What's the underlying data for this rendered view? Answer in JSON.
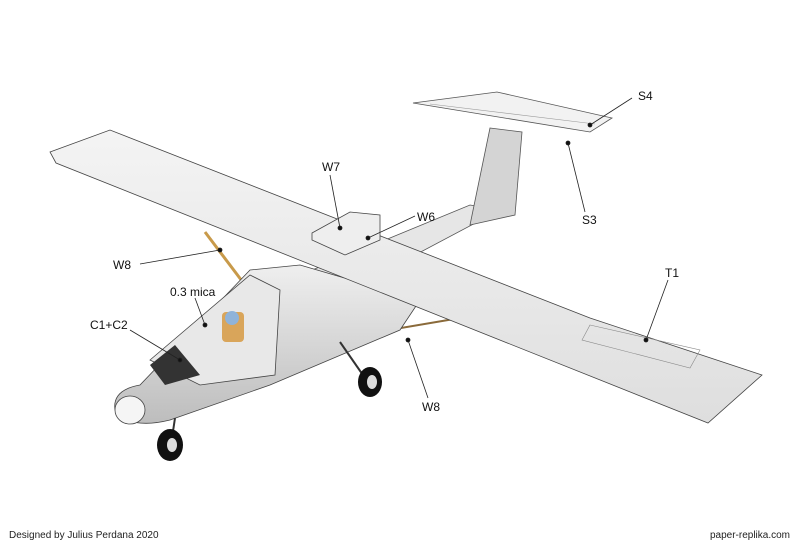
{
  "labels": {
    "s4": "S4",
    "s3": "S3",
    "w7": "W7",
    "w6": "W6",
    "w8_left": "W8",
    "w8_bottom": "W8",
    "t1": "T1",
    "mica": "0.3 mica",
    "c1c2": "C1+C2"
  },
  "footer": {
    "designer": "Designed by Julius Perdana 2020",
    "website": "paper-replika.com"
  }
}
